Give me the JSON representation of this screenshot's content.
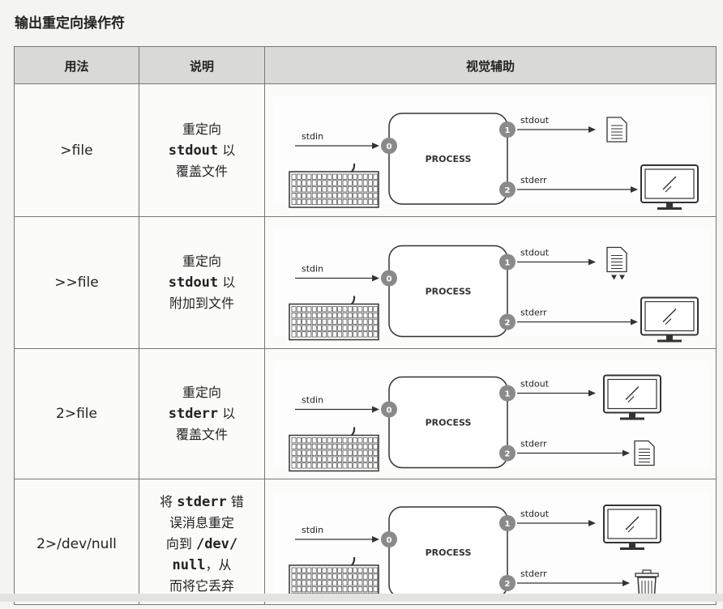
{
  "page": {
    "title": "输出重定向操作符"
  },
  "table": {
    "headers": {
      "usage": "用法",
      "description": "说明",
      "visual": "视觉辅助"
    },
    "rows": [
      {
        "usage": ">file",
        "desc_line1": "重定向",
        "desc_mono": "stdout",
        "desc_after_mono": "以",
        "desc_line3": "覆盖文件",
        "out1_target": "file-icon",
        "out2_target": "monitor-icon"
      },
      {
        "usage": ">>file",
        "desc_line1": "重定向",
        "desc_mono": "stdout",
        "desc_after_mono": "以",
        "desc_line3": "附加到文件",
        "out1_target": "file-append-icon",
        "out2_target": "monitor-icon"
      },
      {
        "usage": "2>file",
        "desc_line1": "重定向",
        "desc_mono": "stderr",
        "desc_after_mono": "以",
        "desc_line3": "覆盖文件",
        "out1_target": "monitor-icon",
        "out2_target": "file-icon"
      },
      {
        "usage": "2>/dev/null",
        "desc4_line1_pre": "将",
        "desc4_mono1": "stderr",
        "desc4_line1_post": "错",
        "desc4_line2": "误消息重定",
        "desc4_line3_pre": "向到",
        "desc4_mono2": "/dev/",
        "desc4_mono3": "null",
        "desc4_line4_post": "，从",
        "desc4_line5": "而将它丢弃",
        "out1_target": "monitor-icon",
        "out2_target": "trash-icon"
      }
    ]
  },
  "diagram": {
    "stdin_label": "stdin",
    "stdout_label": "stdout",
    "stderr_label": "stderr",
    "process_label": "PROCESS",
    "fd0": "0",
    "fd1": "1",
    "fd2": "2",
    "colors": {
      "fd_circle": "#8a8a8a",
      "stroke": "#333333"
    }
  }
}
